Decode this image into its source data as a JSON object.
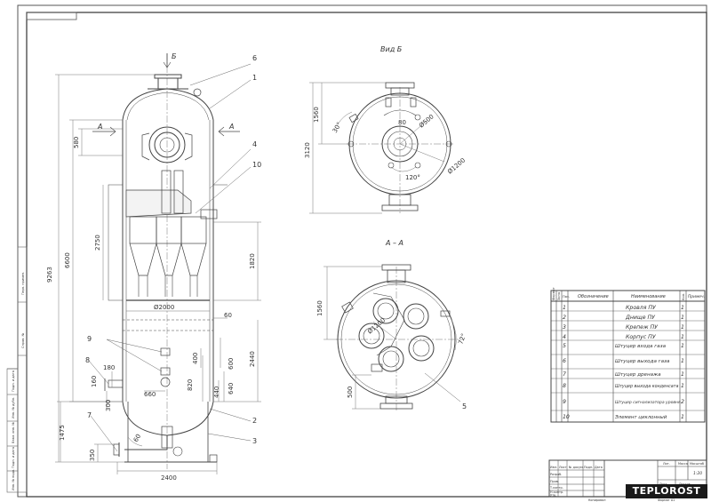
{
  "brand": "TEPLOROST",
  "section_labels": {
    "view_b_arrow": "Б",
    "view_b_title": "Вид Б",
    "section_title": "А – А",
    "section_mark": "А"
  },
  "dimensions": {
    "total_height": "9263",
    "height_upper": "6600",
    "d580": "580",
    "d2750": "2750",
    "d1820": "1820",
    "d2440": "2440",
    "diam_shell": "Ø2000",
    "d60_right": "60",
    "d400": "400",
    "d600": "600",
    "d820": "820",
    "d640": "640",
    "d440": "440",
    "d180": "180",
    "d160": "160",
    "d300": "300",
    "d660": "660",
    "d60_bottom": "60",
    "d1475": "1475",
    "d350": "350",
    "d2400": "2400",
    "vb_1560": "1560",
    "vb_3120": "3120",
    "vb_30deg": "30°",
    "vb_r80": "80",
    "vb_d500": "Ø500",
    "vb_d1200": "Ø1200",
    "vb_120deg": "120°",
    "aa_d1200": "Ø1200",
    "aa_72deg": "72°",
    "aa_1560": "1560",
    "aa_500": "500"
  },
  "leaders": [
    "6",
    "1",
    "4",
    "10",
    "9",
    "8",
    "7",
    "2",
    "3",
    "5"
  ],
  "spec_table": {
    "headers": [
      "Формат",
      "Зона",
      "Поз.",
      "Обозначение",
      "Наименование",
      "Кол.",
      "Примеч."
    ],
    "rows": [
      {
        "pos": "1",
        "name": "Кровля ПУ",
        "qty": "1"
      },
      {
        "pos": "2",
        "name": "Днище ПУ",
        "qty": "1"
      },
      {
        "pos": "3",
        "name": "Крепеж ПУ",
        "qty": "1"
      },
      {
        "pos": "4",
        "name": "Корпус ПУ",
        "qty": "1"
      },
      {
        "pos": "5",
        "name": "Штуцер входа газа",
        "qty": "1"
      },
      {
        "pos": "6",
        "name": "Штуцер выхода газа",
        "qty": "1"
      },
      {
        "pos": "7",
        "name": "Штуцер дренажа",
        "qty": "1"
      },
      {
        "pos": "8",
        "name": "Штуцер выхода конденсата",
        "qty": "1"
      },
      {
        "pos": "9",
        "name": "Штуцер сигнализатора уровня",
        "qty": "2"
      },
      {
        "pos": "10",
        "name": "Элемент циклонный",
        "qty": "1"
      }
    ]
  },
  "title_block": {
    "col_labels": [
      "Изм.",
      "Лист",
      "№ докум.",
      "Подп.",
      "Дата"
    ],
    "role_labels": [
      "Разраб.",
      "Пров.",
      "Т.контр.",
      "Н.контр.",
      "Утв."
    ],
    "lit_label": "Лит.",
    "mass_label": "Масса",
    "scale_label": "Масштаб",
    "scale_value": "1:20",
    "sheet_label": "Лист",
    "sheets_label": "Листов",
    "copied": "Копировал",
    "format": "Формат   А1"
  },
  "left_strip": [
    "Перв. примен.",
    "Справ. №",
    "Подп. и дата",
    "Инв. № дубл.",
    "Взам. инв. №",
    "Подп. и дата",
    "Инв. № подл."
  ]
}
